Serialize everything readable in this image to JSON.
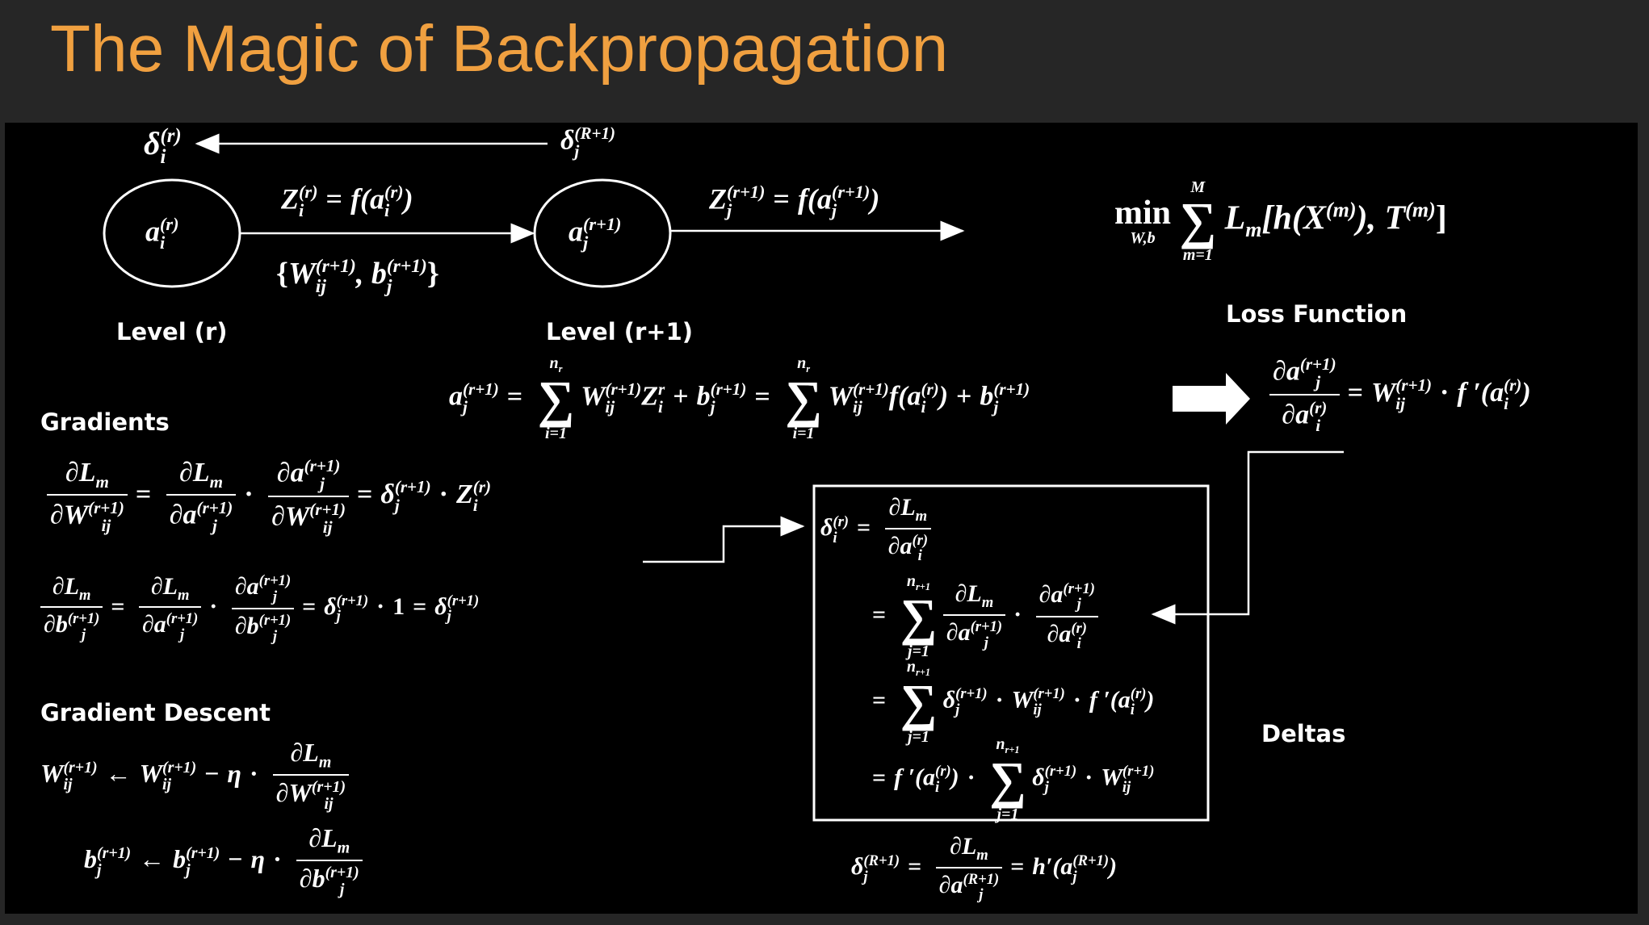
{
  "title": "The Magic of Backpropagation",
  "labels": {
    "level_r": "Level (r)",
    "level_r1": "Level (r+1)",
    "loss_function": "Loss Function",
    "gradients": "Gradients",
    "gradient_descent": "Gradient Descent",
    "deltas": "Deltas"
  },
  "symbols": {
    "delta": "δ",
    "a": "a",
    "Z": "Z",
    "W": "W",
    "b": "b",
    "L": "L",
    "partial": "∂",
    "sigma": "∑",
    "eta": "η",
    "i": "i",
    "j": "j",
    "ij": "ij",
    "m": "m",
    "r": "(r)",
    "r1": "(r+1)",
    "R1": "(R+1)",
    "M": "M",
    "nr": "n",
    "nr1": "n",
    "sub_r": "r",
    "sub_r1": "r+1",
    "i_eq_1": "i=1",
    "j_eq_1": "j=1",
    "m_eq_1": "m=1",
    "f_of": "f(",
    "fprime": "f ′(",
    "hprime": "h′(",
    "close": ")",
    "eq": "=",
    "plus": "+",
    "minus": "−",
    "cdot": "·",
    "larrow": "←",
    "one": "1",
    "min": "min",
    "Wb": "W,b",
    "Lm_open": "[h(X",
    "sup_m": "(m)",
    "comma_T": "), T",
    "close_br": "]",
    "brace_open": "{",
    "brace_close": "}",
    "comma": ","
  }
}
